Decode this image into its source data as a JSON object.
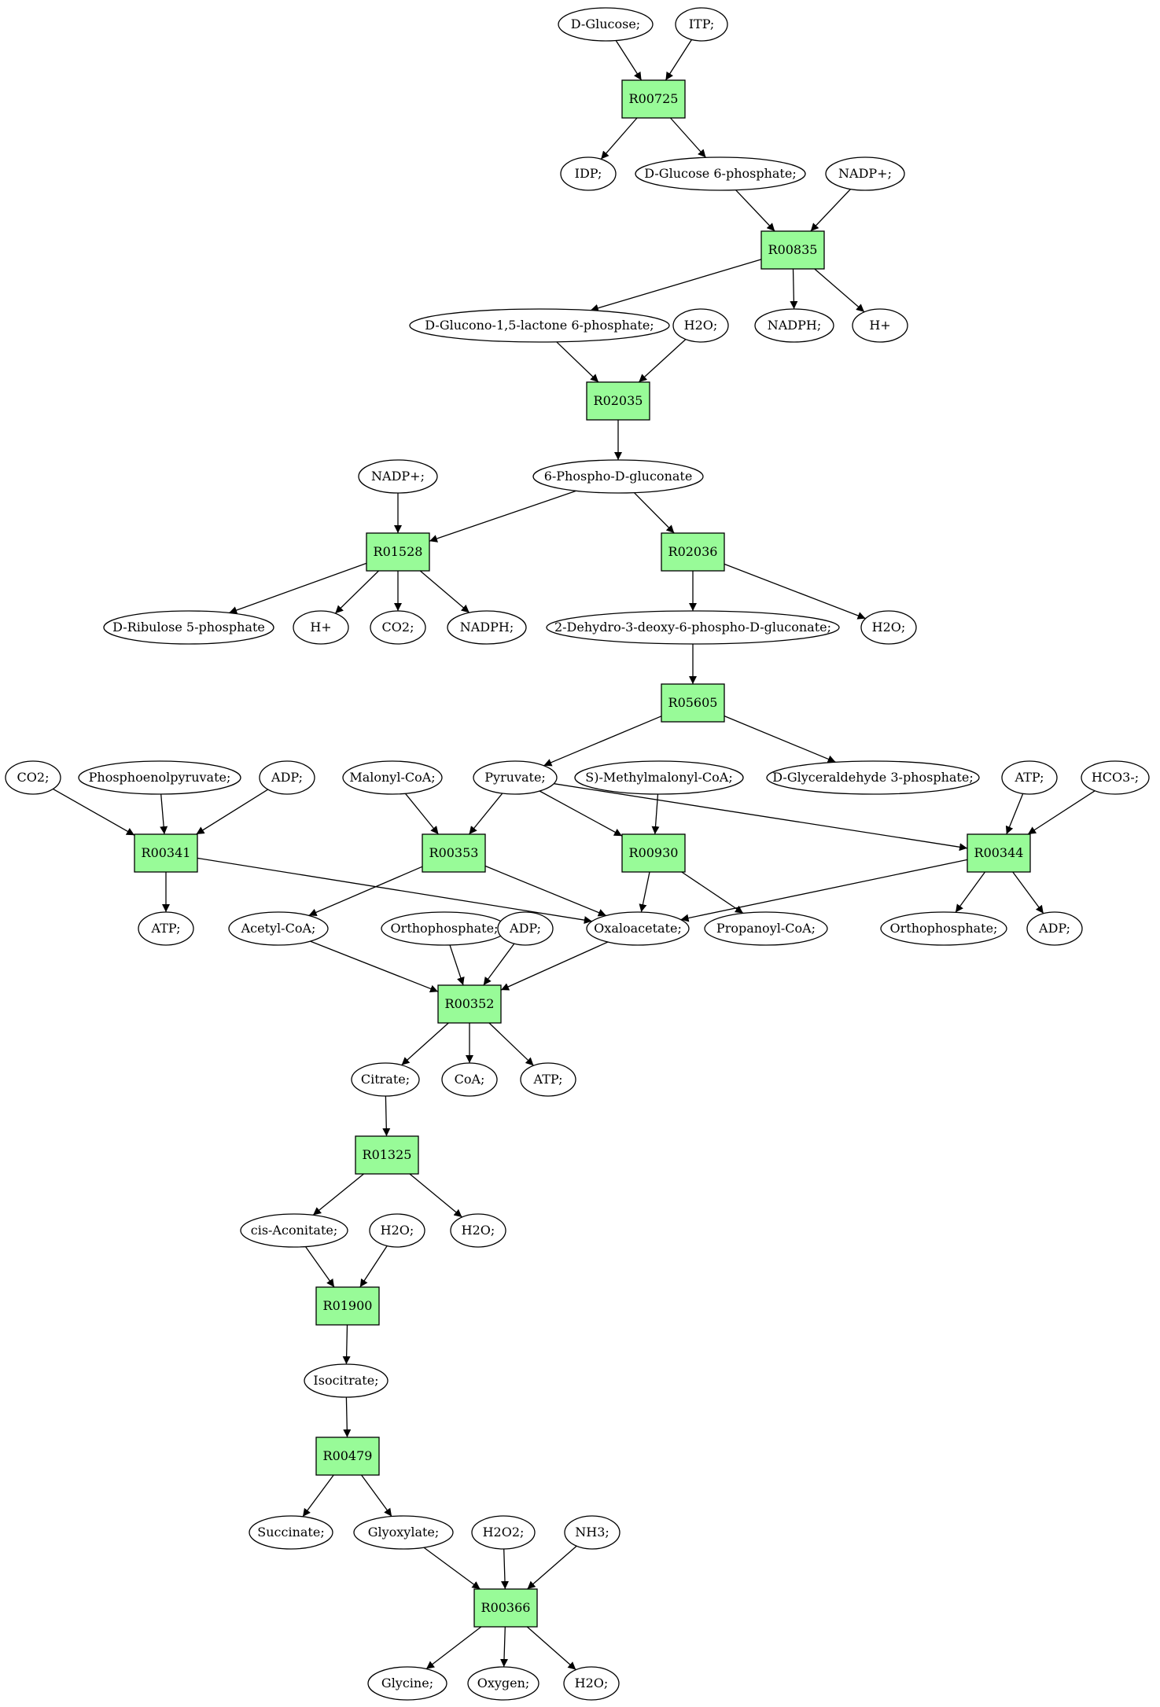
{
  "colors": {
    "reaction_fill": "#98fb98",
    "start_fill": "#00ff00",
    "end_fill": "#ffff00",
    "metabolite_fill": "#ffffff",
    "edge": "#000000"
  },
  "nodes": [
    {
      "id": "m_dglucose",
      "label": "D-Glucose;",
      "kind": "start"
    },
    {
      "id": "m_itp",
      "label": "ITP;",
      "kind": "metabolite"
    },
    {
      "id": "r_R00725",
      "label": "R00725",
      "kind": "reaction"
    },
    {
      "id": "m_idp",
      "label": "IDP;",
      "kind": "metabolite"
    },
    {
      "id": "m_g6p",
      "label": "D-Glucose 6-phosphate;",
      "kind": "metabolite"
    },
    {
      "id": "m_nadp1",
      "label": "NADP+;",
      "kind": "metabolite"
    },
    {
      "id": "r_R00835",
      "label": "R00835",
      "kind": "reaction"
    },
    {
      "id": "m_glucono",
      "label": "D-Glucono-1,5-lactone 6-phosphate;",
      "kind": "metabolite"
    },
    {
      "id": "m_h2o1",
      "label": "H2O;",
      "kind": "metabolite"
    },
    {
      "id": "m_nadph1",
      "label": "NADPH;",
      "kind": "metabolite"
    },
    {
      "id": "m_hplus1",
      "label": "H+",
      "kind": "metabolite"
    },
    {
      "id": "r_R02035",
      "label": "R02035",
      "kind": "reaction"
    },
    {
      "id": "m_nadp2",
      "label": "NADP+;",
      "kind": "metabolite"
    },
    {
      "id": "m_6pg",
      "label": "6-Phospho-D-gluconate",
      "kind": "metabolite"
    },
    {
      "id": "r_R01528",
      "label": "R01528",
      "kind": "reaction"
    },
    {
      "id": "r_R02036",
      "label": "R02036",
      "kind": "reaction"
    },
    {
      "id": "m_ru5p",
      "label": "D-Ribulose 5-phosphate",
      "kind": "metabolite"
    },
    {
      "id": "m_hplus2",
      "label": "H+",
      "kind": "metabolite"
    },
    {
      "id": "m_co2a",
      "label": "CO2;",
      "kind": "metabolite"
    },
    {
      "id": "m_nadph2",
      "label": "NADPH;",
      "kind": "metabolite"
    },
    {
      "id": "m_kdpg",
      "label": "2-Dehydro-3-deoxy-6-phospho-D-gluconate;",
      "kind": "metabolite"
    },
    {
      "id": "m_h2o2a",
      "label": "H2O;",
      "kind": "metabolite"
    },
    {
      "id": "r_R05605",
      "label": "R05605",
      "kind": "reaction"
    },
    {
      "id": "m_co2b",
      "label": "CO2;",
      "kind": "metabolite"
    },
    {
      "id": "m_pep",
      "label": "Phosphoenolpyruvate;",
      "kind": "metabolite"
    },
    {
      "id": "m_adp1",
      "label": "ADP;",
      "kind": "metabolite"
    },
    {
      "id": "m_malcoa",
      "label": "Malonyl-CoA;",
      "kind": "metabolite"
    },
    {
      "id": "m_pyr",
      "label": "Pyruvate;",
      "kind": "metabolite"
    },
    {
      "id": "m_smmcoa",
      "label": "S)-Methylmalonyl-CoA;",
      "kind": "metabolite"
    },
    {
      "id": "m_gap",
      "label": "D-Glyceraldehyde 3-phosphate;",
      "kind": "metabolite"
    },
    {
      "id": "m_atp1",
      "label": "ATP;",
      "kind": "metabolite"
    },
    {
      "id": "m_hco3",
      "label": "HCO3-;",
      "kind": "metabolite"
    },
    {
      "id": "r_R00341",
      "label": "R00341",
      "kind": "reaction"
    },
    {
      "id": "r_R00353",
      "label": "R00353",
      "kind": "reaction"
    },
    {
      "id": "r_R00930",
      "label": "R00930",
      "kind": "reaction"
    },
    {
      "id": "r_R00344",
      "label": "R00344",
      "kind": "reaction"
    },
    {
      "id": "m_atp2",
      "label": "ATP;",
      "kind": "metabolite"
    },
    {
      "id": "m_accoa",
      "label": "Acetyl-CoA;",
      "kind": "metabolite"
    },
    {
      "id": "m_pi1",
      "label": "Orthophosphate;",
      "kind": "metabolite"
    },
    {
      "id": "m_adp2",
      "label": "ADP;",
      "kind": "metabolite"
    },
    {
      "id": "m_oaa",
      "label": "Oxaloacetate;",
      "kind": "metabolite"
    },
    {
      "id": "m_propcoa",
      "label": "Propanoyl-CoA;",
      "kind": "metabolite"
    },
    {
      "id": "m_pi2",
      "label": "Orthophosphate;",
      "kind": "metabolite"
    },
    {
      "id": "m_adp3",
      "label": "ADP;",
      "kind": "metabolite"
    },
    {
      "id": "r_R00352",
      "label": "R00352",
      "kind": "reaction"
    },
    {
      "id": "m_cit",
      "label": "Citrate;",
      "kind": "metabolite"
    },
    {
      "id": "m_coa",
      "label": "CoA;",
      "kind": "metabolite"
    },
    {
      "id": "m_atp3",
      "label": "ATP;",
      "kind": "metabolite"
    },
    {
      "id": "r_R01325",
      "label": "R01325",
      "kind": "reaction"
    },
    {
      "id": "m_cisacon",
      "label": "cis-Aconitate;",
      "kind": "metabolite"
    },
    {
      "id": "m_h2o3",
      "label": "H2O;",
      "kind": "metabolite"
    },
    {
      "id": "m_h2o4",
      "label": "H2O;",
      "kind": "metabolite"
    },
    {
      "id": "r_R01900",
      "label": "R01900",
      "kind": "reaction"
    },
    {
      "id": "m_icit",
      "label": "Isocitrate;",
      "kind": "metabolite"
    },
    {
      "id": "r_R00479",
      "label": "R00479",
      "kind": "reaction"
    },
    {
      "id": "m_succ",
      "label": "Succinate;",
      "kind": "metabolite"
    },
    {
      "id": "m_glyox",
      "label": "Glyoxylate;",
      "kind": "metabolite"
    },
    {
      "id": "m_h2o2",
      "label": "H2O2;",
      "kind": "metabolite"
    },
    {
      "id": "m_nh3",
      "label": "NH3;",
      "kind": "metabolite"
    },
    {
      "id": "r_R00366",
      "label": "R00366",
      "kind": "reaction"
    },
    {
      "id": "m_gly",
      "label": "Glycine;",
      "kind": "end"
    },
    {
      "id": "m_o2",
      "label": "Oxygen;",
      "kind": "metabolite"
    },
    {
      "id": "m_h2o5",
      "label": "H2O;",
      "kind": "metabolite"
    }
  ],
  "edges": [
    [
      "m_dglucose",
      "r_R00725"
    ],
    [
      "m_itp",
      "r_R00725"
    ],
    [
      "r_R00725",
      "m_idp"
    ],
    [
      "r_R00725",
      "m_g6p"
    ],
    [
      "m_g6p",
      "r_R00835"
    ],
    [
      "m_nadp1",
      "r_R00835"
    ],
    [
      "r_R00835",
      "m_glucono"
    ],
    [
      "r_R00835",
      "m_nadph1"
    ],
    [
      "r_R00835",
      "m_hplus1"
    ],
    [
      "m_glucono",
      "r_R02035"
    ],
    [
      "m_h2o1",
      "r_R02035"
    ],
    [
      "r_R02035",
      "m_6pg"
    ],
    [
      "m_nadp2",
      "r_R01528"
    ],
    [
      "m_6pg",
      "r_R01528"
    ],
    [
      "m_6pg",
      "r_R02036"
    ],
    [
      "r_R01528",
      "m_ru5p"
    ],
    [
      "r_R01528",
      "m_hplus2"
    ],
    [
      "r_R01528",
      "m_co2a"
    ],
    [
      "r_R01528",
      "m_nadph2"
    ],
    [
      "r_R02036",
      "m_kdpg"
    ],
    [
      "r_R02036",
      "m_h2o2a"
    ],
    [
      "m_kdpg",
      "r_R05605"
    ],
    [
      "r_R05605",
      "m_pyr"
    ],
    [
      "r_R05605",
      "m_gap"
    ],
    [
      "m_co2b",
      "r_R00341"
    ],
    [
      "m_pep",
      "r_R00341"
    ],
    [
      "m_adp1",
      "r_R00341"
    ],
    [
      "m_malcoa",
      "r_R00353"
    ],
    [
      "m_pyr",
      "r_R00353"
    ],
    [
      "m_pyr",
      "r_R00930"
    ],
    [
      "m_smmcoa",
      "r_R00930"
    ],
    [
      "m_pyr",
      "r_R00344"
    ],
    [
      "m_atp1",
      "r_R00344"
    ],
    [
      "m_hco3",
      "r_R00344"
    ],
    [
      "r_R00341",
      "m_atp2"
    ],
    [
      "r_R00341",
      "m_oaa"
    ],
    [
      "r_R00353",
      "m_accoa"
    ],
    [
      "r_R00353",
      "m_oaa"
    ],
    [
      "r_R00930",
      "m_oaa"
    ],
    [
      "r_R00930",
      "m_propcoa"
    ],
    [
      "r_R00344",
      "m_oaa"
    ],
    [
      "r_R00344",
      "m_pi2"
    ],
    [
      "r_R00344",
      "m_adp3"
    ],
    [
      "m_accoa",
      "r_R00352"
    ],
    [
      "m_pi1",
      "r_R00352"
    ],
    [
      "m_adp2",
      "r_R00352"
    ],
    [
      "m_oaa",
      "r_R00352"
    ],
    [
      "r_R00352",
      "m_cit"
    ],
    [
      "r_R00352",
      "m_coa"
    ],
    [
      "r_R00352",
      "m_atp3"
    ],
    [
      "m_cit",
      "r_R01325"
    ],
    [
      "r_R01325",
      "m_cisacon"
    ],
    [
      "r_R01325",
      "m_h2o4"
    ],
    [
      "m_cisacon",
      "r_R01900"
    ],
    [
      "m_h2o3",
      "r_R01900"
    ],
    [
      "r_R01900",
      "m_icit"
    ],
    [
      "m_icit",
      "r_R00479"
    ],
    [
      "r_R00479",
      "m_succ"
    ],
    [
      "r_R00479",
      "m_glyox"
    ],
    [
      "m_glyox",
      "r_R00366"
    ],
    [
      "m_h2o2",
      "r_R00366"
    ],
    [
      "m_nh3",
      "r_R00366"
    ],
    [
      "r_R00366",
      "m_gly"
    ],
    [
      "r_R00366",
      "m_o2"
    ],
    [
      "r_R00366",
      "m_h2o5"
    ]
  ]
}
